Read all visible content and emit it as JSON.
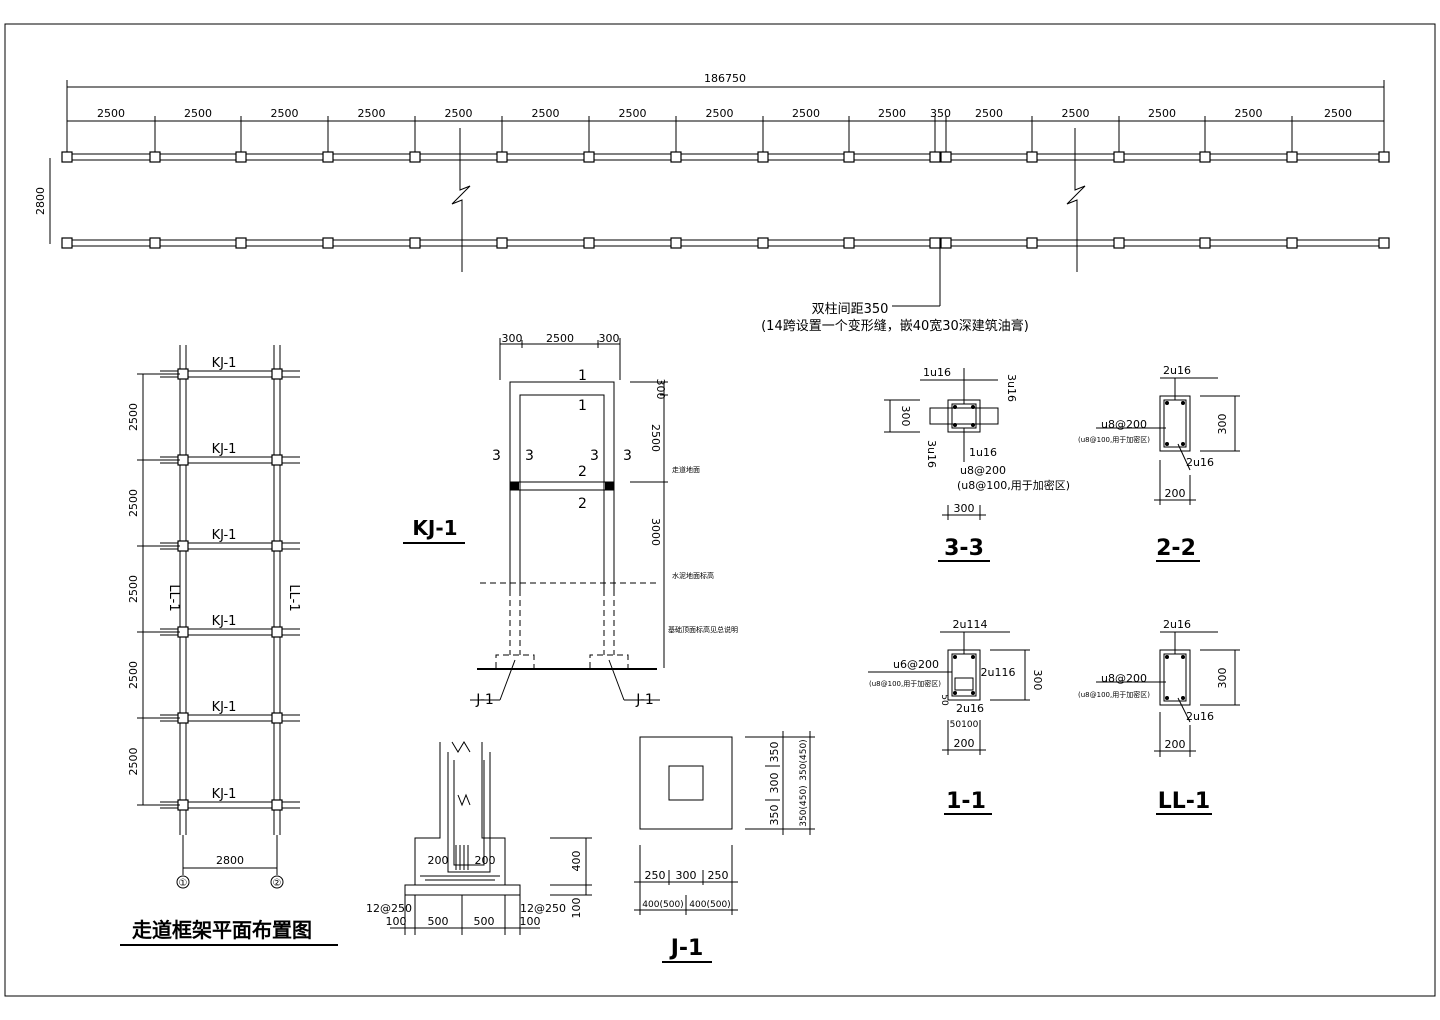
{
  "plan": {
    "total_dim": "186750",
    "spans": [
      "2500",
      "2500",
      "2500",
      "2500",
      "2500",
      "2500",
      "2500",
      "2500",
      "2500",
      "2500",
      "350",
      "2500",
      "2500",
      "2500",
      "2500",
      "2500"
    ],
    "depth_dim": "2800",
    "note_line1": "双柱间距350",
    "note_line2": "(14跨设置一个变形缝，嵌40宽30深建筑油膏)"
  },
  "corridor_plan": {
    "beam_label": "KJ-1",
    "link_beam_label": "LL-1",
    "bay_dim": "2500",
    "width_dim": "2800",
    "axis_1": "①",
    "axis_2": "②",
    "title": "走道框架平面布置图"
  },
  "frame": {
    "label": "KJ-1",
    "top_dims": [
      "300",
      "2500",
      "300"
    ],
    "right_dims": [
      "300",
      "2500",
      "3000"
    ],
    "cut_1": "1",
    "cut_2": "2",
    "cut_3": "3",
    "footing_label": "J-1",
    "level_note_1": "走道地面",
    "level_note_2": "水泥地面标高",
    "level_note_3": "基础顶面标高见总说明"
  },
  "sections": {
    "s33": {
      "title": "3-3",
      "top_bar": "1u16",
      "side_bar": "3u16",
      "side_bar2": "3u16",
      "bot_bar": "1u16",
      "stirrup": "u8@200",
      "stirrup_note": "(u8@100,用于加密区)",
      "h": "300",
      "w": "300"
    },
    "s22": {
      "title": "2-2",
      "top_bar": "2u16",
      "stirrup": "u8@200",
      "stirrup_note": "(u8@100,用于加密区)",
      "bot_bar": "2u16",
      "h": "300",
      "w": "200"
    },
    "s11": {
      "title": "1-1",
      "top_bar": "2u114",
      "stirrup": "u6@200",
      "stirrup_note": "(u8@100,用于加密区)",
      "side_bar": "2u116",
      "bot_bar": "2u16",
      "h": "300",
      "w": "200",
      "sub1": "50",
      "sub2": "50100",
      "sub3": "50"
    },
    "sLL": {
      "title": "LL-1",
      "top_bar": "2u16",
      "stirrup": "u8@200",
      "stirrup_note": "(u8@100,用于加密区)",
      "bot_bar": "2u16",
      "h": "300",
      "w": "200"
    }
  },
  "footing": {
    "title": "J-1",
    "left_dims": [
      "200",
      "200"
    ],
    "bottom_dims": [
      "100",
      "500",
      "500",
      "100"
    ],
    "rebar_left": "12@250",
    "rebar_right": "12@250",
    "height_dim": "400",
    "base_dim": "100",
    "plan_dims_bottom": [
      "250",
      "300",
      "250"
    ],
    "plan_dims_bottom2": [
      "400(500)",
      "400(500)"
    ],
    "plan_dims_right": [
      "350",
      "300",
      "350"
    ],
    "plan_dims_right2": [
      "350(450)",
      "350(450)"
    ]
  }
}
